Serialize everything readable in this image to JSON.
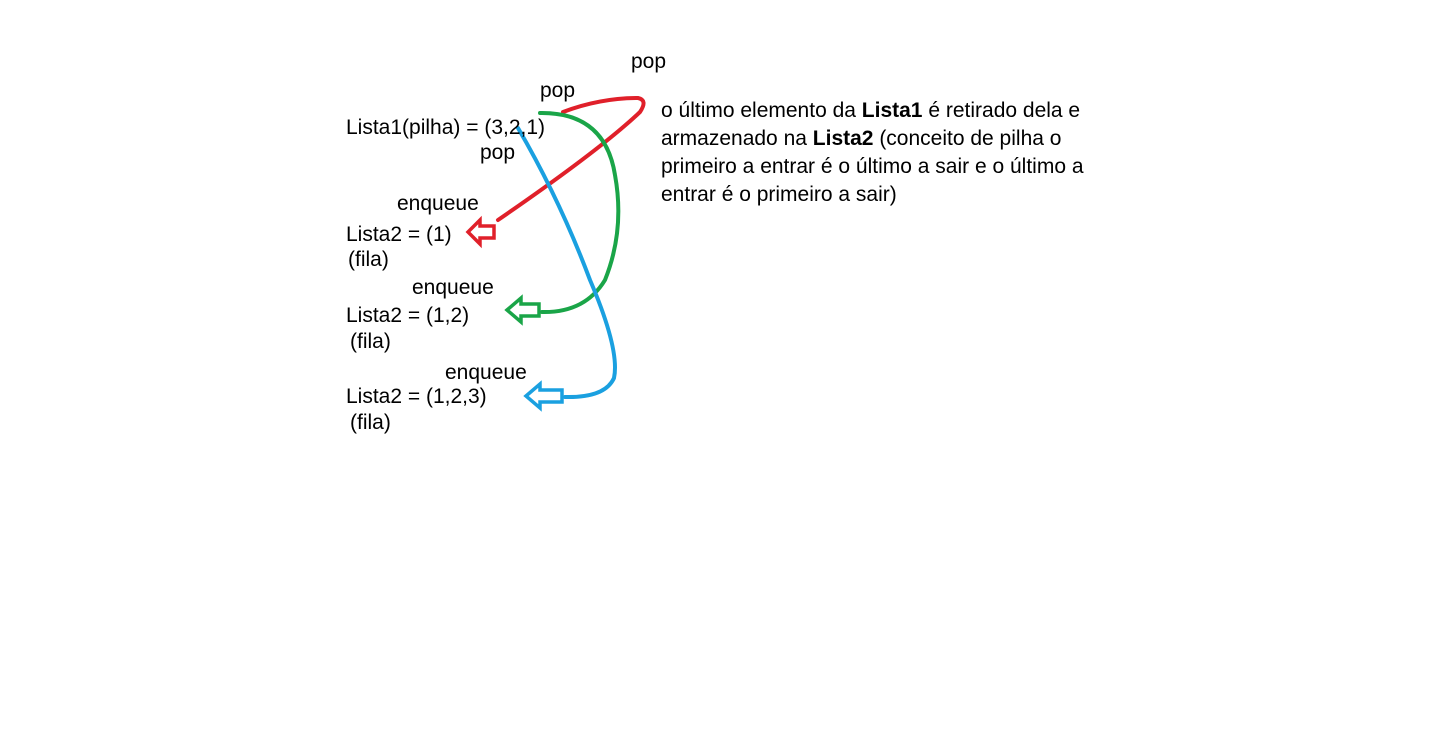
{
  "colors": {
    "red": "#e0202a",
    "green": "#1aa548",
    "blue": "#1aa0e0",
    "text": "#000000",
    "background": "#ffffff"
  },
  "labels": {
    "pop_top": "pop",
    "pop_mid": "pop",
    "pop_low": "pop",
    "lista1": "Lista1(pilha) = (3,2,1)",
    "enqueue_1": "enqueue",
    "lista2_1": "Lista2 = (1)",
    "fila_1": "(fila)",
    "enqueue_2": "enqueue",
    "lista2_2": "Lista2 = (1,2)",
    "fila_2": "(fila)",
    "enqueue_3": "enqueue",
    "lista2_3": "Lista2 = (1,2,3)",
    "fila_3": "(fila)"
  },
  "explanation": {
    "part1": "o último elemento da ",
    "bold1": "Lista1",
    "part2": " é retirado dela e armazenado na ",
    "bold2": "Lista2",
    "part3": " (conceito de pilha o primeiro a entrar é o último a sair e o último a entrar é o primeiro a sair)"
  }
}
